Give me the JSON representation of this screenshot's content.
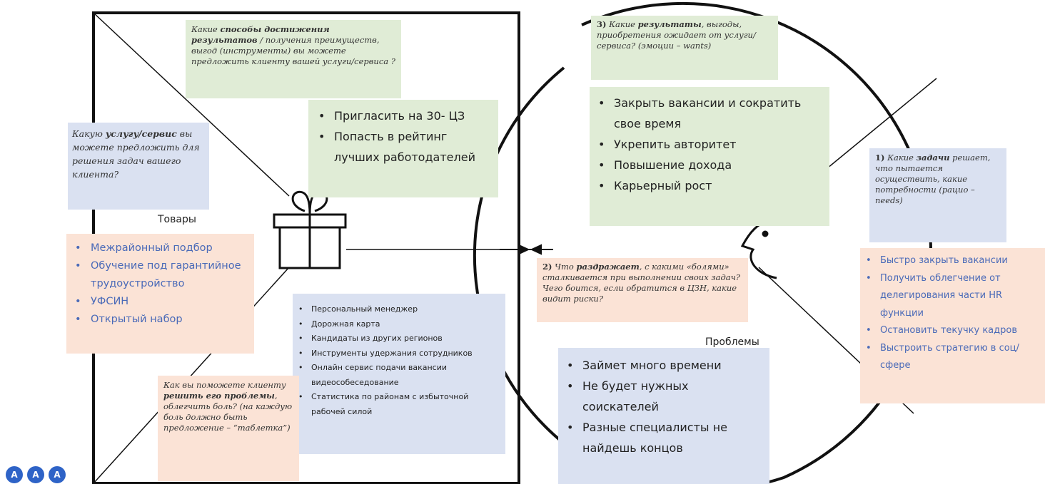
{
  "left": {
    "q_means": {
      "p1": "Какие ",
      "b1": "способы достижения результатов",
      "p2": " / получения преимуществ, выгод (инструменты) вы можете предложить клиенту вашей услуги/сервиса ?"
    },
    "means_items": [
      "Пригласить на 30- ЦЗ",
      "Попасть в рейтинг лучших работодателей"
    ],
    "q_service": {
      "p1": "Какую ",
      "b1": "услугу/сервис",
      "p2": " вы можете предложить для решения задач вашего клиента?"
    },
    "goods_label": "Товары",
    "services_items": [
      "Межрайонный подбор",
      "Обучение под гарантийное трудоустройство",
      "УФСИН",
      "Открытый набор"
    ],
    "pain_relief_items": [
      "Персональный менеджер",
      "Дорожная карта",
      "Кандидаты из других регионов",
      "Инструменты удержания сотрудников",
      "Онлайн сервис подачи вакансии видеособеседование",
      "Статистика по районам с избыточной рабочей силой"
    ],
    "q_relief": {
      "p1": "Как вы поможете клиенту ",
      "b1": "решить его проблемы",
      "p2": ", облегчить боль? (на каждую боль должно быть предложение – “таблетка”)"
    }
  },
  "right": {
    "q_gains": {
      "n": "3)",
      "p1": " Какие ",
      "b1": "результаты",
      "p2": ", выгоды, приобретения ожидает от услуги/сервиса? (эмоции – wants)"
    },
    "gains_items": [
      "Закрыть вакансии и сократить свое время",
      "Укрепить авторитет",
      "Повышение дохода",
      "Карьерный рост"
    ],
    "q_pains": {
      "n": "2)",
      "p1": " Что ",
      "b1": "раздражает",
      "p2": ", с какими «болями» сталкивается при выполнении своих задач? Чего боится, если обратится в ЦЗН, какие видит риски?"
    },
    "problems_label": "Проблемы",
    "pains_items": [
      "Займет много времени",
      "Не будет нужных соискателей",
      "Разные специалисты не найдешь концов"
    ],
    "q_jobs": {
      "n": "1)",
      "p1": " Какие ",
      "b1": "задачи",
      "p2": " решает, что пытается осуществить, какие потребности (рацио – needs)"
    },
    "jobs_items": [
      "Быстро закрыть вакансии",
      "Получить облегчение от делегирования части HR функции",
      "Остановить текучку кадров",
      "Выстроить стратегию в соц/ сфере"
    ]
  },
  "avatars": [
    "A",
    "A",
    "A"
  ],
  "colors": {
    "green": "#e0ecd6",
    "blue": "#dae1f1",
    "peach": "#fbe3d6",
    "accent_text": "#4a6ab8",
    "avatar": "#2e63c7"
  },
  "icons": [
    "gift-icon",
    "face-icon",
    "double-arrow-icon"
  ]
}
